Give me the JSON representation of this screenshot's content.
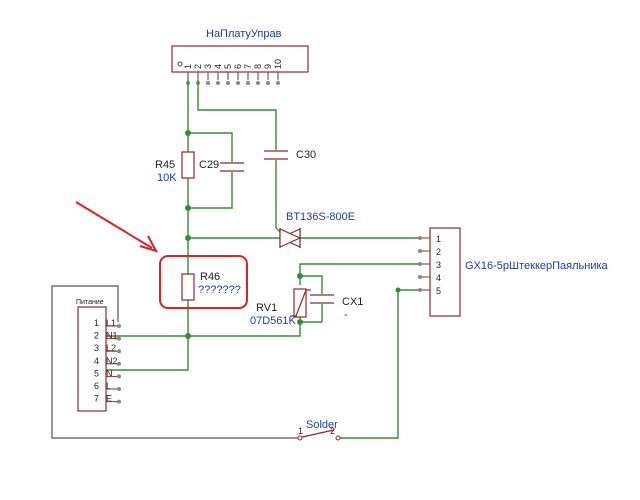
{
  "colors": {
    "wire": "#3a8a3a",
    "component": "#8c2a2a",
    "label_blue": "#1a3aa8",
    "arrow_red": "#dd2222"
  },
  "connectors": {
    "control": {
      "name": "НаПлатуУправ",
      "pins": [
        "1",
        "2",
        "3",
        "4",
        "5",
        "6",
        "7",
        "8",
        "9",
        "10"
      ]
    },
    "socket": {
      "name": "GX16-5рШтеккерПаяльника",
      "pins": [
        "1",
        "2",
        "3",
        "4",
        "5"
      ]
    },
    "power": {
      "title": "Питание",
      "pins": [
        "1",
        "2",
        "3",
        "4",
        "5",
        "6",
        "7"
      ],
      "signals": [
        "L1",
        "N1",
        "L2",
        "N2",
        "N",
        "L",
        "E"
      ]
    }
  },
  "components": {
    "r45": {
      "ref": "R45",
      "value": "10K"
    },
    "c29": {
      "ref": "C29"
    },
    "c30": {
      "ref": "C30"
    },
    "triac": {
      "ref": "BT136S-800E"
    },
    "r46": {
      "ref": "R46",
      "value": "???????"
    },
    "rv1": {
      "ref": "RV1",
      "value": "07D561K"
    },
    "cx1": {
      "ref": "CX1",
      "value": "-"
    },
    "solder": {
      "ref": "Solder",
      "pin1": "1",
      "pin2": "2"
    }
  }
}
